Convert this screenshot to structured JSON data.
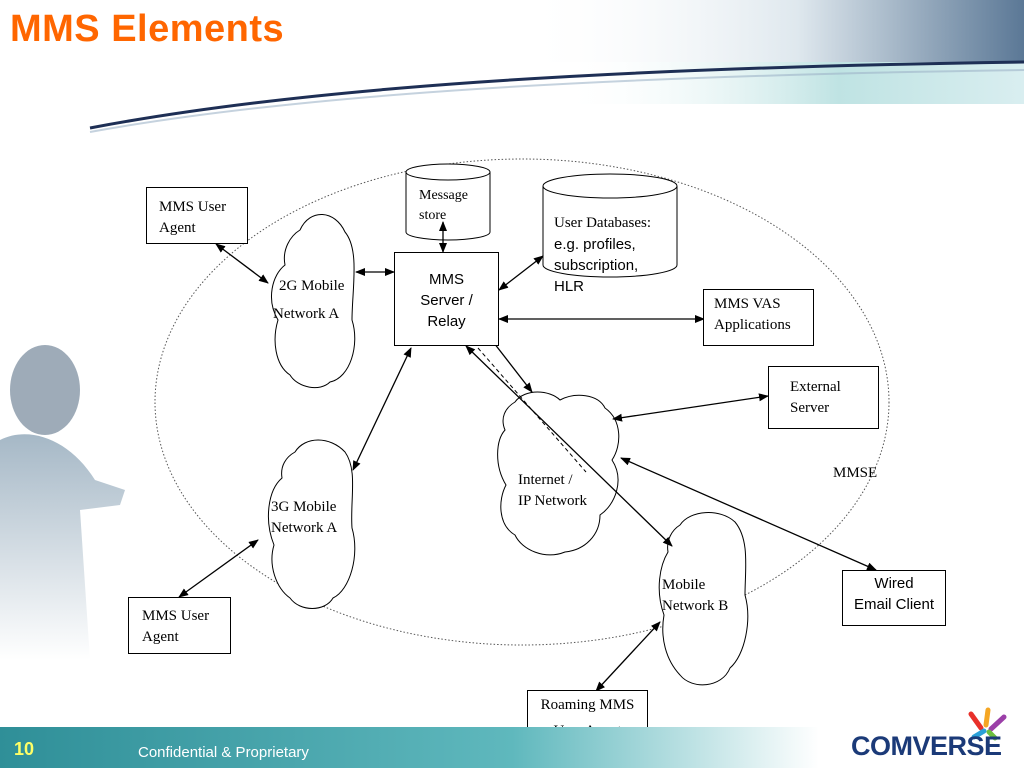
{
  "slide": {
    "title": "MMS Elements",
    "page_number": "10",
    "footer": "Confidential & Proprietary",
    "logo": "COMVERSE"
  },
  "nodes": {
    "message_store": [
      "Message",
      "store"
    ],
    "user_databases": [
      "User Databases:",
      "e.g. profiles,",
      "subscription,",
      "HLR"
    ],
    "mms_user_agent_top": [
      "MMS User",
      "Agent"
    ],
    "network_2g": [
      "2G Mobile",
      "Network A"
    ],
    "mms_server": [
      "MMS",
      "Server /",
      "Relay"
    ],
    "mms_vas": [
      "MMS VAS",
      "Applications"
    ],
    "external_server": [
      "External",
      "Server"
    ],
    "internet": [
      "Internet /",
      "IP Network"
    ],
    "mmse": "MMSE",
    "network_3g": [
      "3G Mobile",
      "Network A"
    ],
    "mobile_network_b": [
      "Mobile",
      "Network B"
    ],
    "wired_email": [
      "Wired",
      "Email Client"
    ],
    "mms_user_agent_bottom": [
      "MMS User",
      "Agent"
    ],
    "roaming_agent": [
      "Roaming MMS",
      "User Agent"
    ]
  },
  "colors": {
    "title": "#ff6600",
    "footer_band": "#3f9fa6",
    "page_number": "#ffff66",
    "logo": "#1b3a78"
  }
}
